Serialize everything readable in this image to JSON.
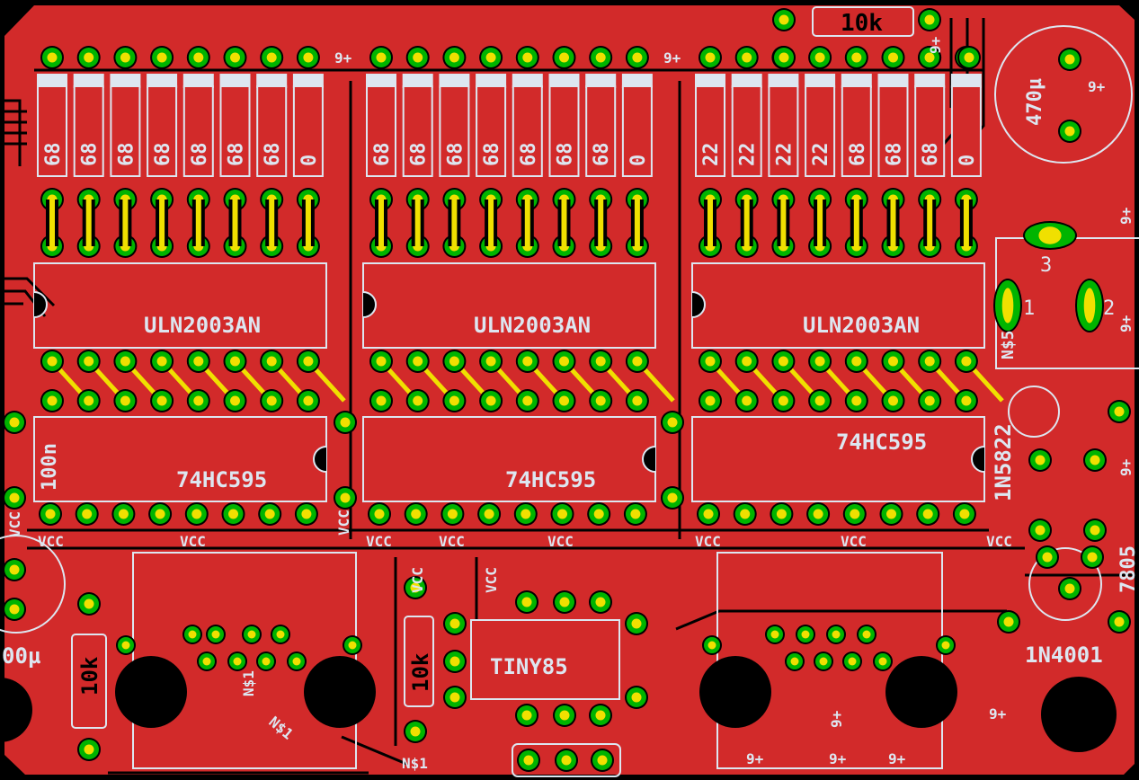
{
  "colors": {
    "background": "#000000",
    "copper": "#d22a2a",
    "pad_ring": "#00b400",
    "pad_center": "#f0e000",
    "silk": "#dde6f0"
  },
  "resistor_labels": [
    "68",
    "68",
    "68",
    "68",
    "68",
    "68",
    "68",
    "0",
    "68",
    "68",
    "68",
    "68",
    "68",
    "68",
    "68",
    "0",
    "22",
    "22",
    "22",
    "22",
    "68",
    "68",
    "68",
    "0"
  ],
  "top_resistor_label": "10k",
  "capacitor_470_label": "470µ",
  "left_cap_label": "00µ",
  "left_resistor_label": "10k",
  "mid_resistor_label": "10k",
  "cap_100n_label": "100n",
  "driver_ic_label": "ULN2003AN",
  "shift_ic_label": "74HC595",
  "tiny_label": "TINY85",
  "diode_label": "1N5822",
  "regulator_label": "7805",
  "diode2_label": "1N4001",
  "net_9v": "9+",
  "net_vcc": "VCC",
  "net_n1": "N$1",
  "net_n5": "N$5",
  "pin_numbers": [
    "1",
    "2",
    "3"
  ]
}
